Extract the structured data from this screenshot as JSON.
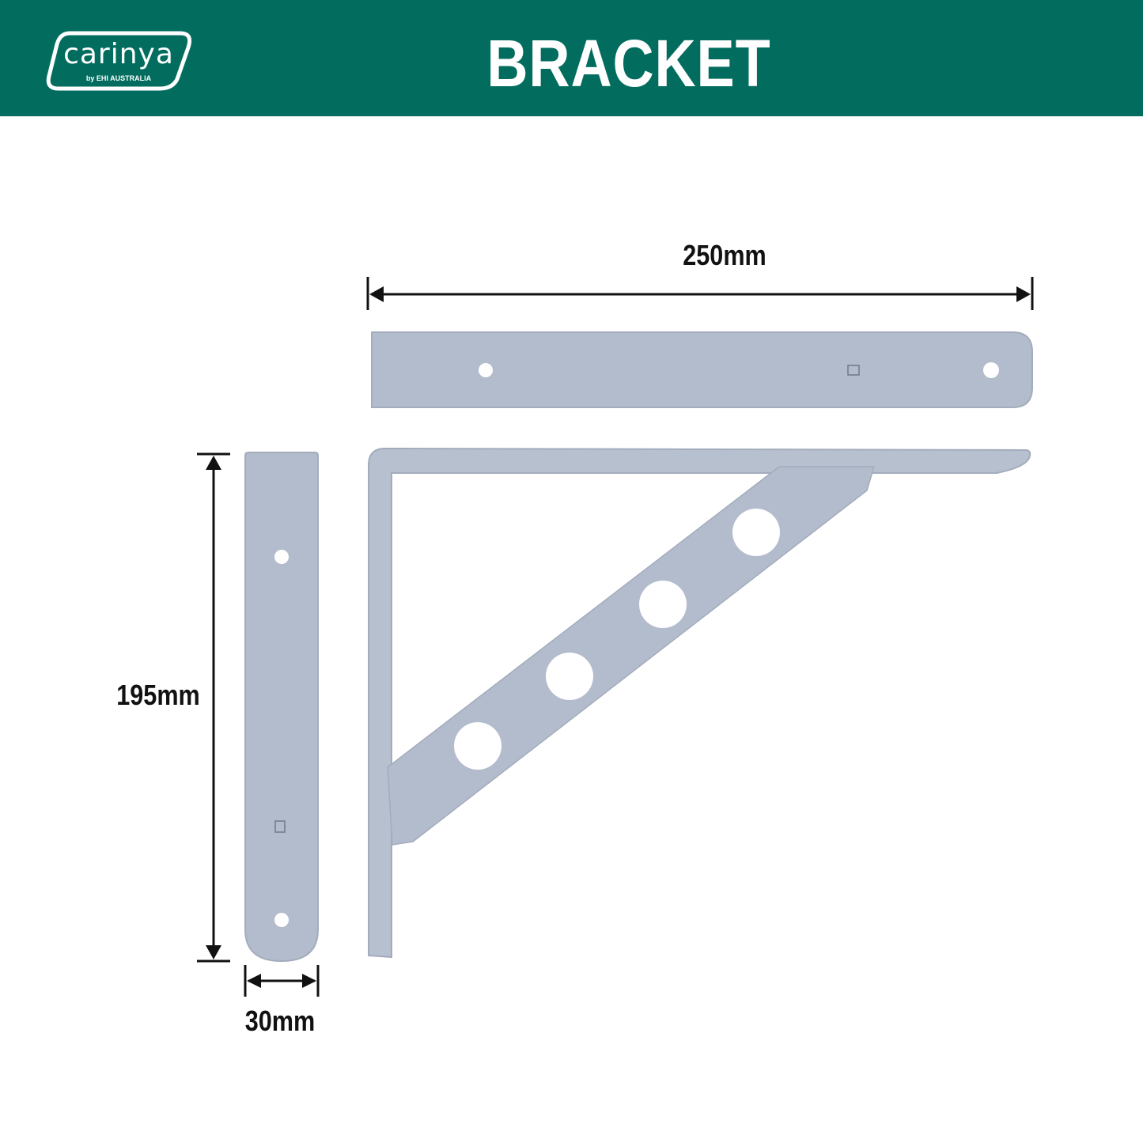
{
  "header": {
    "title": "BRACKET DIMENSIONS",
    "logo_text": "carinya",
    "logo_subtext": "by EHI AUSTRALIA",
    "background_color": "#026d5f"
  },
  "dimensions": {
    "length": "250mm",
    "height": "195mm",
    "width": "30mm"
  },
  "colors": {
    "bracket": "#b3bccc",
    "bracket_edge": "#a3acbc"
  }
}
